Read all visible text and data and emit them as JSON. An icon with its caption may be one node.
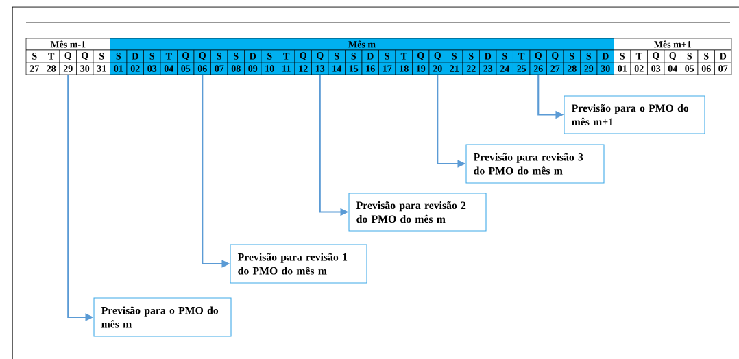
{
  "diagram": {
    "nodes": [
      {
        "text": [
          "29"
        ]
      },
      {
        "text": [
          "06"
        ]
      },
      {
        "text": [
          "13"
        ]
      },
      {
        "text": [
          "20"
        ]
      },
      {
        "text": [
          "26"
        ]
      },
      {
        "text": [
          "Previsão para o PMO do mês m+1"
        ]
      },
      {
        "text": [
          "Previsão para revisão 3 do PMO do mês m"
        ]
      },
      {
        "text": [
          "Previsão para revisão 2 do PMO do mês m"
        ]
      },
      {
        "text": [
          "Previsão para revisão 1 do PMO do mês m"
        ]
      },
      {
        "text": [
          "Previsão para o PMO do mês m"
        ]
      }
    ],
    "edges": [
      {
        "from": 4,
        "to": 5,
        "arrow": "to"
      },
      {
        "from": 3,
        "to": 6,
        "arrow": "to"
      },
      {
        "from": 2,
        "to": 7,
        "arrow": "to"
      },
      {
        "from": 1,
        "to": 8,
        "arrow": "to"
      },
      {
        "from": 0,
        "to": 9,
        "arrow": "to"
      }
    ],
    "labels": [
      "Mês m-1",
      "Mês m",
      "Mês m+1",
      "S",
      "T",
      "Q",
      "Q",
      "S",
      "S",
      "D",
      "S",
      "T",
      "Q",
      "Q",
      "S",
      "S",
      "D",
      "S",
      "T",
      "Q",
      "Q",
      "S",
      "S",
      "D",
      "S",
      "T",
      "Q",
      "Q",
      "S",
      "S",
      "D",
      "S",
      "T",
      "Q",
      "Q",
      "S",
      "S",
      "D",
      "S",
      "T",
      "Q",
      "Q",
      "S",
      "S",
      "D",
      "27",
      "28",
      "30",
      "31",
      "01",
      "02",
      "03",
      "04",
      "05",
      "07",
      "08",
      "09",
      "10",
      "11",
      "12",
      "14",
      "15",
      "16",
      "17",
      "18",
      "19",
      "21",
      "22",
      "23",
      "24",
      "25",
      "27",
      "28",
      "29",
      "30",
      "01",
      "02",
      "03",
      "04",
      "05",
      "06",
      "07"
    ]
  }
}
